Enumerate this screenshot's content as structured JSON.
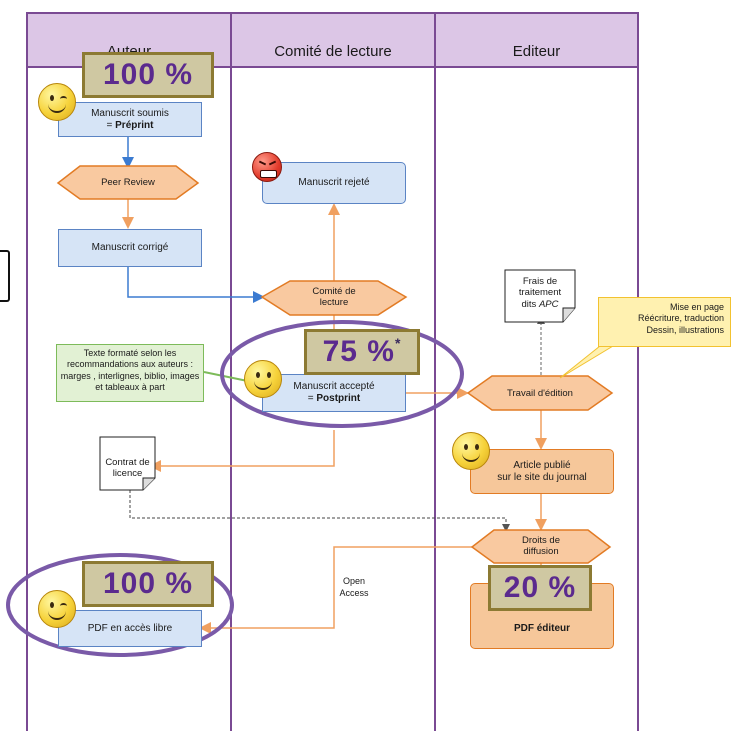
{
  "lanes": {
    "author": "Auteur",
    "committee": "Comité de lecture",
    "editor": "Editeur"
  },
  "percentages": {
    "preprint": "100 %",
    "postprint": "75 %",
    "postprint_mark": "*",
    "oa_pdf": "100 %",
    "publisher_pdf": "20 %"
  },
  "nodes": {
    "submitted_line1": "Manuscrit soumis",
    "submitted_line2_prefix": "= ",
    "submitted_line2_bold": "Préprint",
    "peer_review": "Peer Review",
    "corrected": "Manuscrit corrigé",
    "rejected": "Manuscrit rejeté",
    "committee_line1": "Comité de",
    "committee_line2": "lecture",
    "accepted_line1": "Manuscrit accepté",
    "accepted_line2_prefix": "= ",
    "accepted_line2_bold": "Postprint",
    "formatted_text": "Texte formaté selon les recommandations aux auteurs : marges , interlignes, biblio, images et tableaux à part",
    "fees_line1": "Frais de",
    "fees_line2": "traitement",
    "fees_line3_prefix": "dits ",
    "fees_line3_italic": "APC",
    "layout_note_line1": "Mise en page",
    "layout_note_line2": "Réécriture, traduction",
    "layout_note_line3": "Dessin, illustrations",
    "editing_work": "Travail d'édition",
    "published_line1": "Article publié",
    "published_line2": "sur le site du journal",
    "licence_line1": "Contrat de",
    "licence_line2": "licence",
    "rights_line1": "Droits de",
    "rights_line2": "diffusion",
    "open_access_line1": "Open",
    "open_access_line2": "Access",
    "oa_pdf": "PDF en accès libre",
    "publisher_pdf": "PDF éditeur"
  },
  "colors": {
    "lane_header": "#dcc6e6",
    "lane_border": "#7a4a93",
    "box_fill": "#d6e4f6",
    "box_border": "#5b84c4",
    "hex_fill": "#f9c9a0",
    "hex_border": "#e27b24",
    "arrow_blue": "#3b7bd1",
    "arrow_orange": "#f0a060",
    "highlight_ring": "#7a5aa8",
    "pct_text": "#5b2a8e"
  }
}
